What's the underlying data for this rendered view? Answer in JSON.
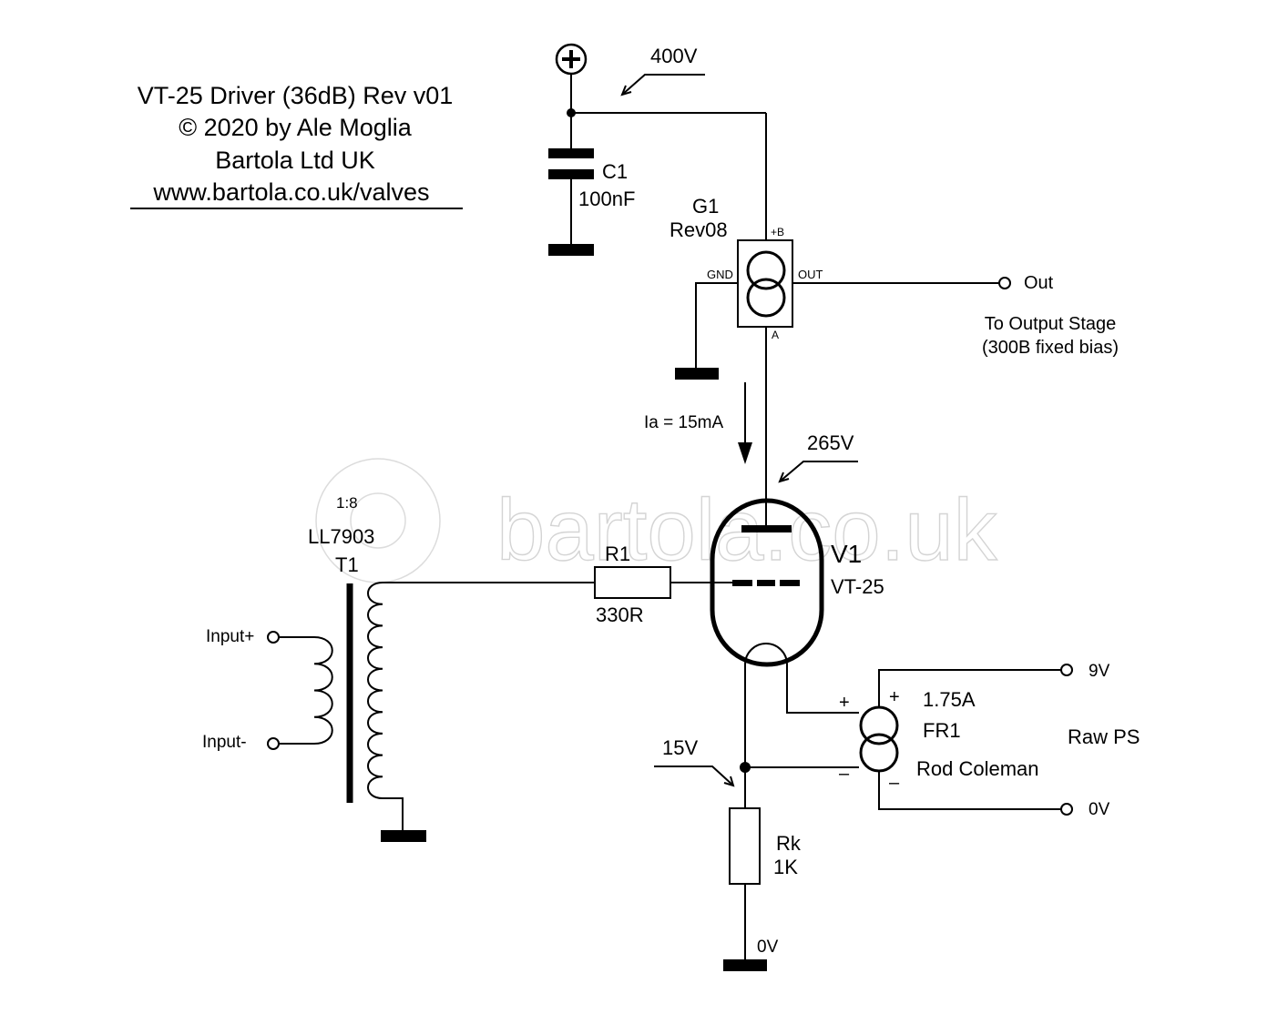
{
  "title": {
    "line1": "VT-25 Driver (36dB) Rev v01",
    "line2": "© 2020 by Ale Moglia",
    "line3": "Bartola Ltd UK",
    "line4": "www.bartola.co.uk/valves"
  },
  "watermark": "bartola.co.uk",
  "supply": {
    "voltage": "400V"
  },
  "capacitor": {
    "ref": "C1",
    "value": "100nF"
  },
  "ccs": {
    "ref": "G1",
    "rev": "Rev08",
    "pin_b": "+B",
    "pin_gnd": "GND",
    "pin_out": "OUT",
    "pin_a": "A"
  },
  "output": {
    "label": "Out",
    "note1": "To Output Stage",
    "note2": "(300B fixed bias)"
  },
  "anode_current": "Ia = 15mA",
  "anode_voltage": "265V",
  "tube": {
    "ref": "V1",
    "type": "VT-25"
  },
  "transformer": {
    "ratio": "1:8",
    "model": "LL7903",
    "ref": "T1"
  },
  "grid_resistor": {
    "ref": "R1",
    "value": "330R"
  },
  "inputs": {
    "plus": "Input+",
    "minus": "Input-"
  },
  "heater_reg": {
    "plus": "+",
    "minus": "–",
    "plus2": "+",
    "minus2": "–",
    "current": "1.75A",
    "ref": "FR1",
    "name": "Rod Coleman"
  },
  "raw_ps": {
    "label": "Raw PS",
    "v9": "9V",
    "v0": "0V"
  },
  "cathode_voltage": "15V",
  "cathode_resistor": {
    "ref": "Rk",
    "value": "1K"
  },
  "ground_label": "0V"
}
